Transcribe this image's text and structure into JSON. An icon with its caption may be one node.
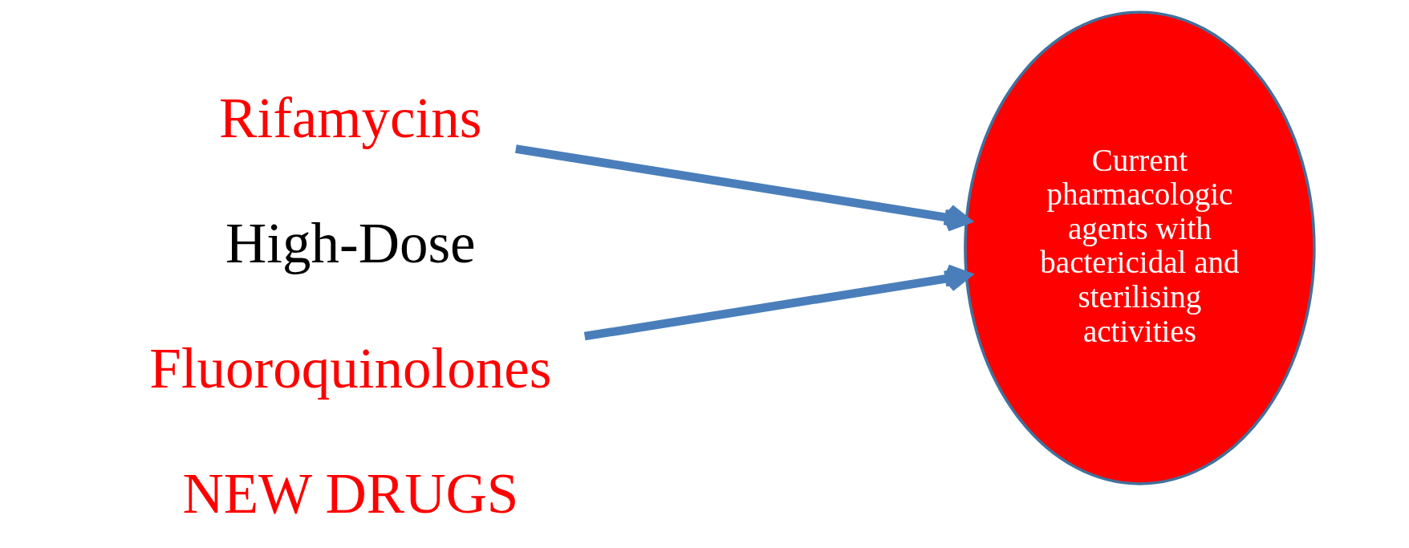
{
  "diagram": {
    "nodes": [
      {
        "text": [
          "Rifamycins"
        ]
      },
      {
        "text": [
          "Fluoroquinolones"
        ]
      },
      {
        "text": [
          "Current pharmacologic agents with bactericidal and sterilising activities"
        ]
      }
    ],
    "edges": [
      {
        "from": 0,
        "to": 2,
        "arrow": "to"
      },
      {
        "from": 1,
        "to": 2,
        "arrow": "to"
      }
    ],
    "labels": [
      "High-Dose",
      "NEW DRUGS"
    ]
  }
}
